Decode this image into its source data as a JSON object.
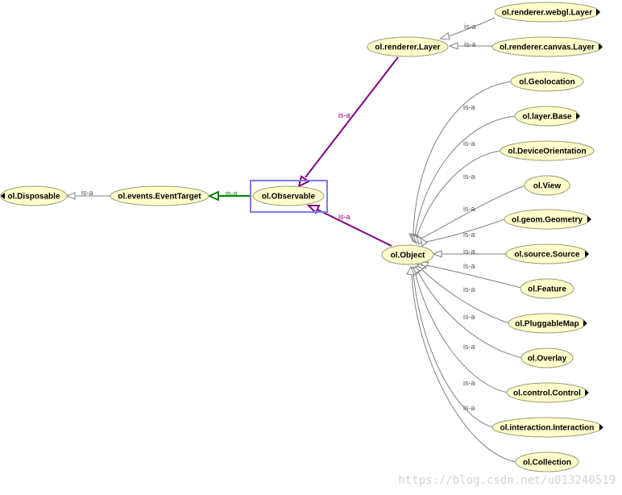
{
  "colors": {
    "node_fill": "#ffffcc",
    "node_stroke": "#9a9a72",
    "edge_gray": "#808080",
    "edge_purple": "#800080",
    "edge_green": "#008000",
    "selection_box": "#7b7bf0",
    "more_marker": "#000000"
  },
  "edge_label": "is-a",
  "nodes": {
    "disposable": "ol.Disposable",
    "event_target": "ol.events.EventTarget",
    "observable": "ol.Observable",
    "renderer_layer": "ol.renderer.Layer",
    "renderer_webgl_layer": "ol.renderer.webgl.Layer",
    "renderer_canvas_layer": "ol.renderer.canvas.Layer",
    "object": "ol.Object",
    "geolocation": "ol.Geolocation",
    "layer_base": "ol.layer.Base",
    "device_orientation": "ol.DeviceOrientation",
    "view": "ol.View",
    "geom_geometry": "ol.geom.Geometry",
    "source_source": "ol.source.Source",
    "feature": "ol.Feature",
    "pluggable_map": "ol.PluggableMap",
    "overlay": "ol.Overlay",
    "control_control": "ol.control.Control",
    "interaction_interaction": "ol.interaction.Interaction",
    "collection": "ol.Collection"
  },
  "watermark": "https://blog.csdn.net/u013240519"
}
